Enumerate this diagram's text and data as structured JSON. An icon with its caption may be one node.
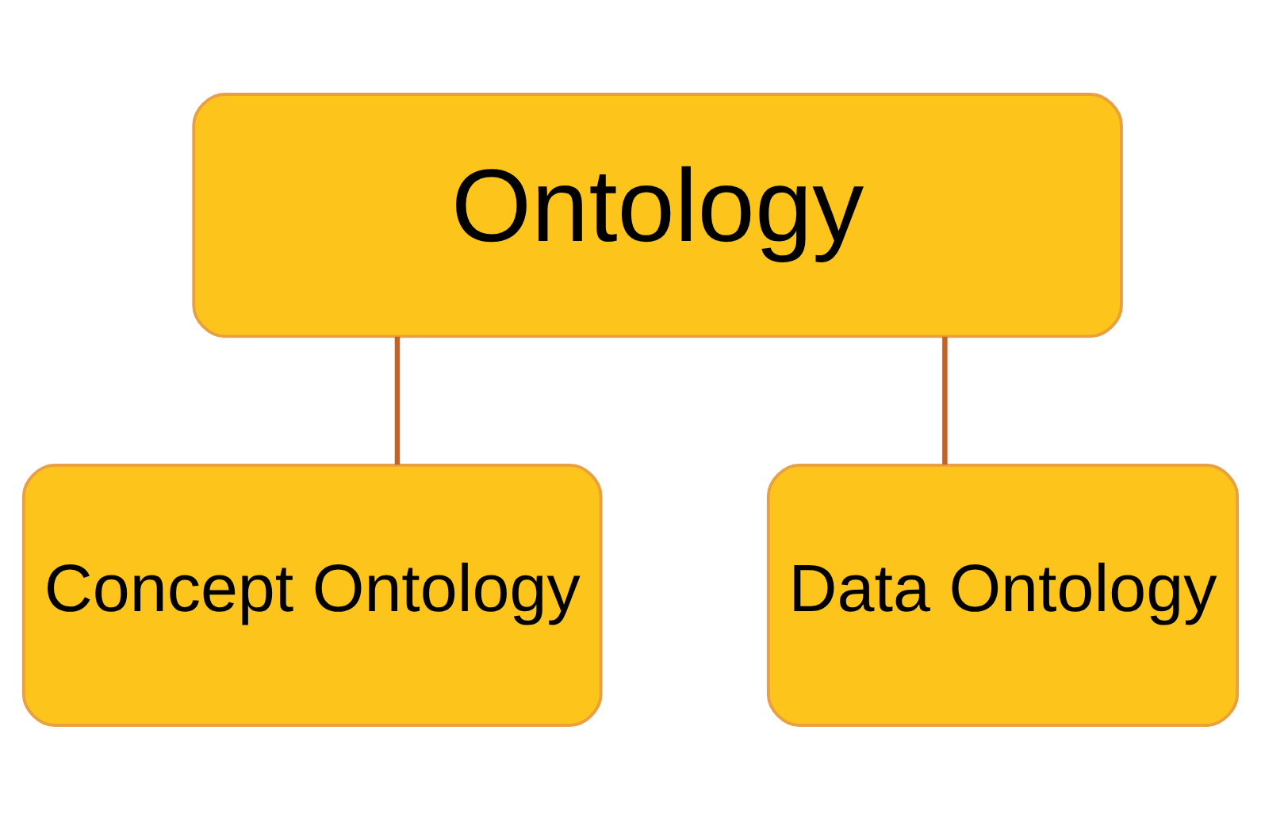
{
  "diagram": {
    "nodes": [
      {
        "text": [
          "Ontology"
        ]
      },
      {
        "text": [
          "Concept Ontology"
        ]
      },
      {
        "text": [
          "Data Ontology"
        ]
      }
    ],
    "edges": [
      {
        "from": 0,
        "to": 1,
        "arrow": "none"
      },
      {
        "from": 0,
        "to": 2,
        "arrow": "none"
      }
    ]
  }
}
